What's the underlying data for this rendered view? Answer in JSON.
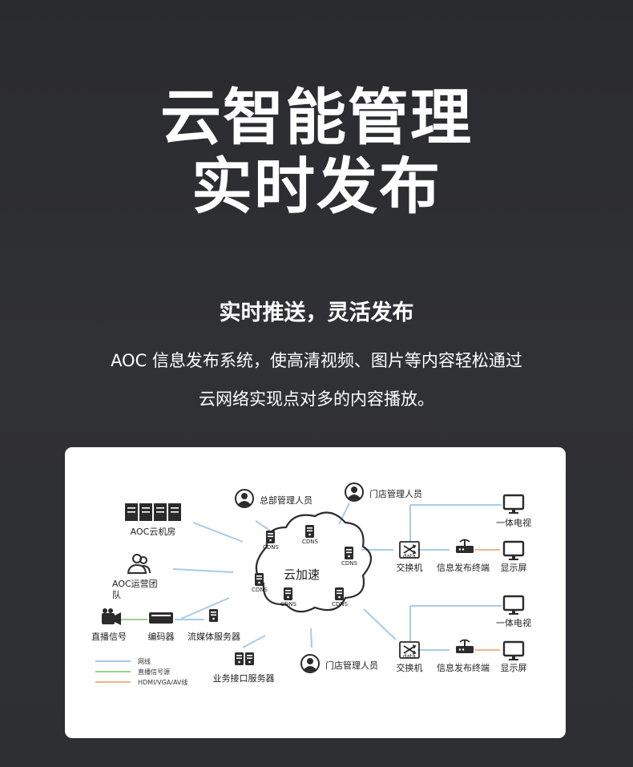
{
  "header": {
    "title_line1": "云智能管理",
    "title_line2": "实时发布"
  },
  "section": {
    "subtitle": "实时推送，灵活发布",
    "desc_line1": "AOC 信息发布系统，使高清视频、图片等内容轻松通过",
    "desc_line2": "云网络实现点对多的内容播放。"
  },
  "diagram": {
    "cloud_label": "云加速",
    "cdn_label": "CDNS",
    "nodes": {
      "aoc_room": "AOC云机房",
      "aoc_team": "AOC运营团队",
      "hq_staff": "总部管理人员",
      "store_staff_top": "门店管理人员",
      "store_staff_bottom": "门店管理人员",
      "live_signal": "直播信号",
      "encoder": "编码器",
      "stream_server": "流媒体服务器",
      "api_server": "业务接口服务器",
      "switch_top": "交换机",
      "switch_bottom": "交换机",
      "terminal_top": "信息发布终端",
      "terminal_bottom": "信息发布终端",
      "tv_top": "一体电视",
      "tv_bottom": "一体电视",
      "screen_top": "显示屏",
      "screen_bottom": "显示屏",
      "switch_tag": "data"
    },
    "legend": [
      {
        "label": "网线",
        "color": "#a9cbe8"
      },
      {
        "label": "直播信号源",
        "color": "#9fd08a"
      },
      {
        "label": "HDMI/VGA/AV线",
        "color": "#f2b48a"
      }
    ],
    "colors": {
      "network": "#a9cbe8",
      "signal": "#9fd08a",
      "hdmi": "#f2b48a",
      "icon": "#2b2b2b"
    }
  }
}
